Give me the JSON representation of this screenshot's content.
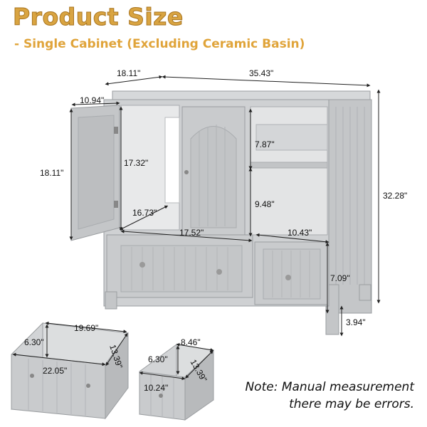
{
  "title": "Product Size",
  "subtitle": "- Single Cabinet (Excluding Ceramic Basin)",
  "dimensions": {
    "depth_top": "18.11\"",
    "width_top": "35.43\"",
    "door_width": "10.94\"",
    "door_height": "18.11\"",
    "interior_height": "17.32\"",
    "interior_depth": "16.73\"",
    "interior_width": "17.52\"",
    "shelf_upper": "7.87\"",
    "shelf_lower": "9.48\"",
    "side_width": "10.43\"",
    "total_height": "32.28\"",
    "small_drawer_height": "7.09\"",
    "leg_height": "3.94\""
  },
  "large_drawer": {
    "width": "19.69\"",
    "height": "6.30\"",
    "front_width": "22.05\"",
    "depth": "13.39\""
  },
  "small_drawer": {
    "width": "8.46\"",
    "height": "6.30\"",
    "front_width": "10.24\"",
    "depth": "13.39\""
  },
  "note": {
    "line1": "Note: Manual measurement",
    "line2": "there may be errors."
  },
  "colors": {
    "title": "#d9a441",
    "cabinet": "#c9cbcd",
    "cabinet_dark": "#a9acaf"
  }
}
